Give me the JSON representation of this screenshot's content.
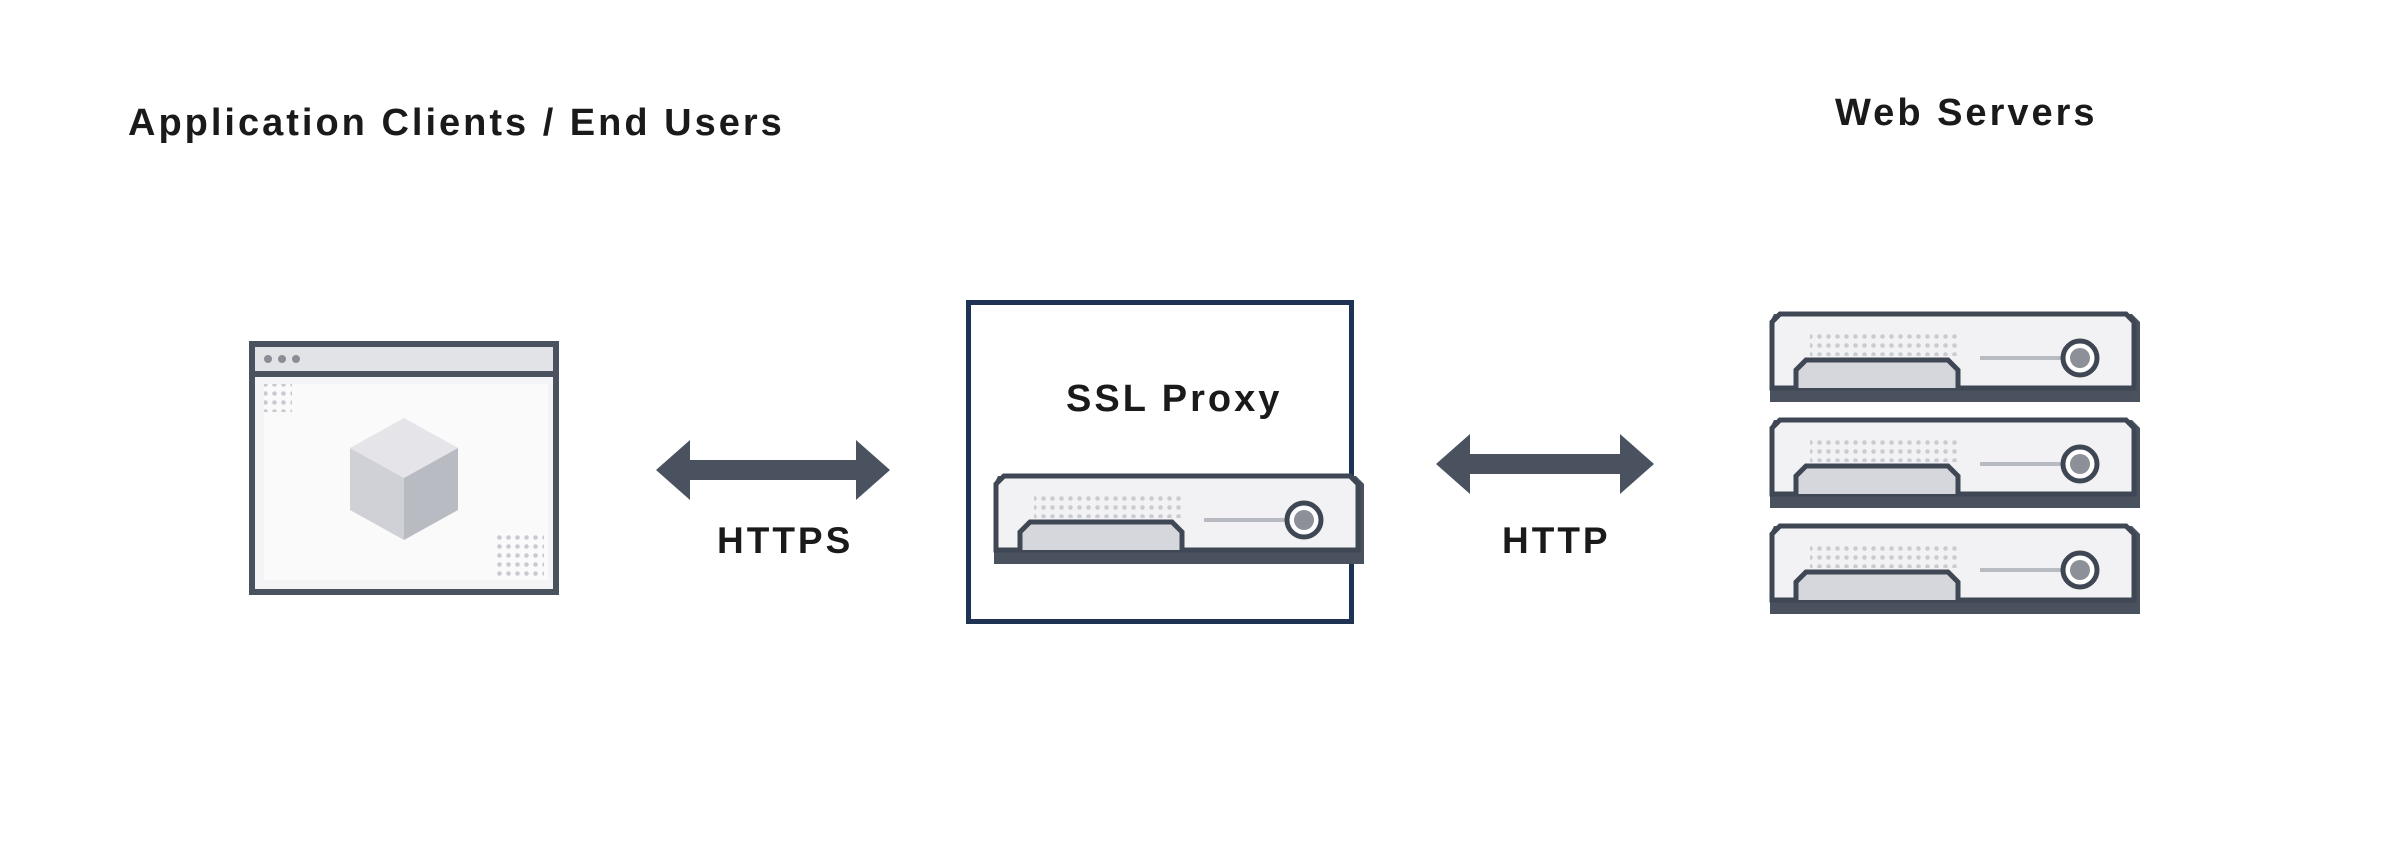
{
  "diagram": {
    "clients_label": "Application Clients / End Users",
    "servers_label": "Web Servers",
    "proxy_label": "SSL Proxy",
    "client_link_label": "HTTPS",
    "server_link_label": "HTTP"
  },
  "icons": {
    "client": "browser-window-cube-icon",
    "proxy": "server-unit-icon",
    "servers": "server-rack-icon"
  },
  "colors": {
    "stroke": "#3f4754",
    "proxy_border": "#1e3254",
    "arrow": "#4a5260",
    "fill_light": "#f2f2f4"
  }
}
